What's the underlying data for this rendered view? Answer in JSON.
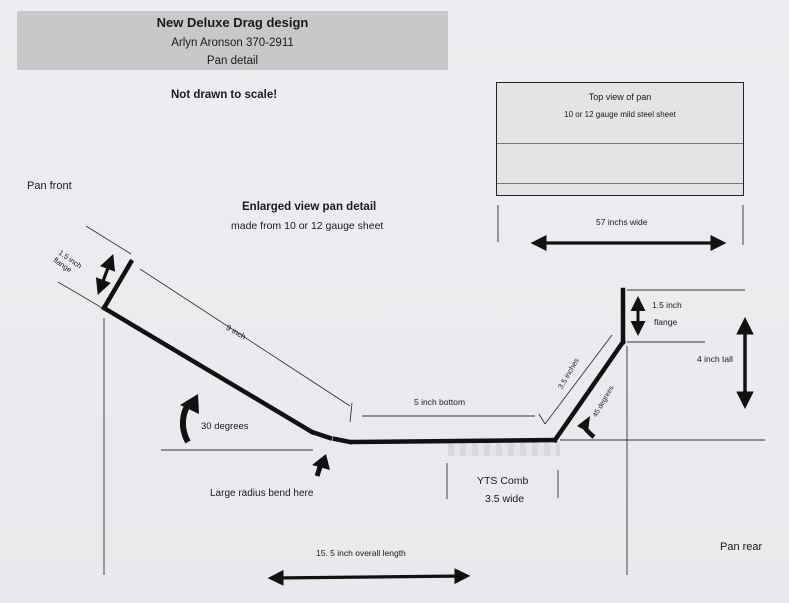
{
  "header": {
    "title": "New Deluxe Drag design",
    "author": "Arlyn Aronson 370-2911",
    "subtitle": "Pan detail"
  },
  "note": "Not drawn to scale!",
  "top_view": {
    "title": "Top view of pan",
    "material": "10 or 12 gauge mild steel sheet",
    "width_label": "57 inchs wide"
  },
  "labels": {
    "pan_front": "Pan front",
    "pan_rear": "Pan rear",
    "enlarged_title": "Enlarged view pan detail",
    "enlarged_sub": "made from 10 or 12 gauge sheet",
    "front_flange": "1.5 inch flange",
    "front_segment": "9 inch",
    "front_angle": "30 degrees",
    "bottom": "5 inch bottom",
    "bend_note": "Large radius bend here",
    "yts_comb": "YTS Comb",
    "yts_width": "3.5 wide",
    "overall_length": "15. 5 inch overall length",
    "rear_segment": "3.5 inches",
    "rear_angle": "45 degrees",
    "rear_flange_1": "1.5 inch",
    "rear_flange_2": "flange",
    "rear_height": "4 inch tall"
  }
}
